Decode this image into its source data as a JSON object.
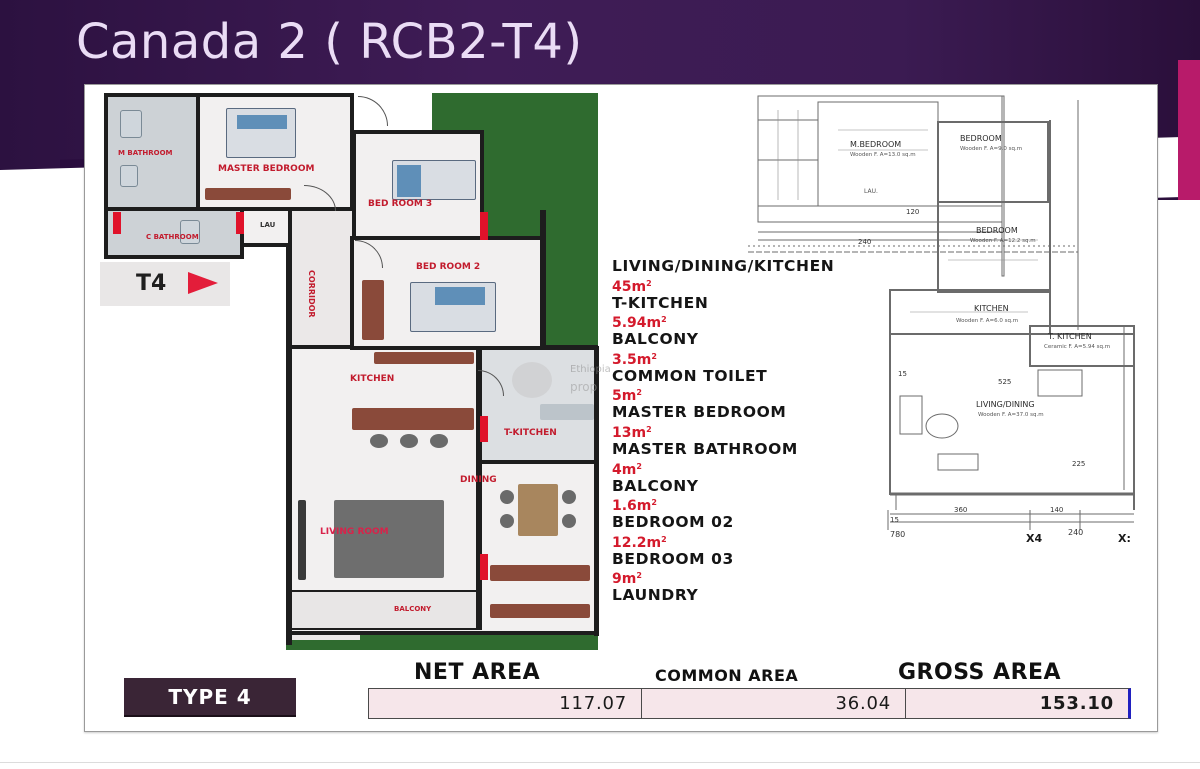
{
  "slide": {
    "title": "Canada 2 ( RCB2-T4)",
    "accent_color": "#b81b6a",
    "header_color": "#3a1a50"
  },
  "floor_plan": {
    "unit_tag": "T4",
    "labels": {
      "master_bathroom": "M BATHROOM",
      "master_bedroom": "MASTER BEDROOM",
      "bed_room_3": "BED ROOM 3",
      "c_bathroom": "C BATHROOM",
      "lau": "LAU",
      "corridor": "CORRIDOR",
      "bed_room_2": "BED ROOM 2",
      "kitchen": "KITCHEN",
      "t_kitchen": "T-KITCHEN",
      "dining": "DINING",
      "living_room": "LIVING ROOM",
      "balcony": "BALCONY"
    },
    "door_color": "#e0122a",
    "grass_color": "#2f6b2f"
  },
  "watermark": {
    "line1": "Ethiopia",
    "line2": "prop"
  },
  "area_legend": [
    {
      "name": "LIVING/DINING/KITCHEN",
      "value": "45m",
      "unit_sup": "2"
    },
    {
      "name": "T-KITCHEN",
      "value": "5.94m",
      "unit_sup": "2"
    },
    {
      "name": "BALCONY",
      "value": "3.5m",
      "unit_sup": "2"
    },
    {
      "name": "COMMON TOILET",
      "value": "5m",
      "unit_sup": "2"
    },
    {
      "name": "MASTER BEDROOM",
      "value": "13m",
      "unit_sup": "2"
    },
    {
      "name": "MASTER BATHROOM",
      "value": "4m",
      "unit_sup": "2"
    },
    {
      "name": "BALCONY",
      "value": "1.6m",
      "unit_sup": "2"
    },
    {
      "name": "BEDROOM 02",
      "value": "12.2m",
      "unit_sup": "2"
    },
    {
      "name": "BEDROOM 03",
      "value": "9m",
      "unit_sup": "2"
    },
    {
      "name": "LAUNDRY",
      "value": "",
      "unit_sup": ""
    }
  ],
  "line_plan": {
    "rooms": {
      "m_bedroom": "M.BEDROOM",
      "bedroom_top": "BEDROOM",
      "bedroom_mid": "BEDROOM",
      "kitchen": "KITCHEN",
      "t_kitchen": "T. KITCHEN",
      "living_dining": "LIVING/DINING",
      "lau": "LAU."
    },
    "sublabels": {
      "m_bedroom": "Wooden F. A=13.0 sq.m",
      "bedroom_top": "Wooden F. A=9.0 sq.m",
      "bedroom_mid": "Wooden F. A=12.2 sq.m",
      "kitchen": "Wooden F. A=6.0 sq.m",
      "t_kitchen": "Ceramic F. A=5.94 sq.m",
      "living_dining": "Wooden F. A=37.0 sq.m"
    },
    "dims": {
      "d1": "120",
      "d2": "240",
      "d3": "15",
      "d4": "525",
      "d5": "225",
      "d6": "360",
      "d7": "140",
      "d8": "780",
      "d9": "240",
      "d10": "15"
    },
    "axis_labels": {
      "x4": "X4",
      "x_next": "X:"
    }
  },
  "area_table": {
    "type_label": "TYPE 4",
    "headers": {
      "net": "NET AREA",
      "common": "COMMON AREA",
      "gross": "GROSS AREA"
    },
    "values": {
      "net": "117.07",
      "common": "36.04",
      "gross": "153.10"
    }
  }
}
